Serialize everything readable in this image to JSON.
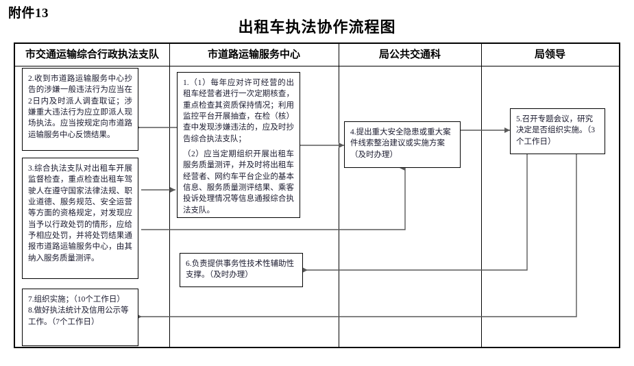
{
  "document": {
    "attachment_label": "附件13",
    "title": "出租车执法协作流程图"
  },
  "lanes": [
    {
      "id": "lane-enforcement-corps",
      "label": "市交通运输综合行政执法支队"
    },
    {
      "id": "lane-road-transport-center",
      "label": "市道路运输服务中心"
    },
    {
      "id": "lane-public-transport-section",
      "label": "局公共交通科"
    },
    {
      "id": "lane-bureau-leadership",
      "label": "局领导"
    }
  ],
  "boxes": {
    "box1": {
      "id": "box-1-annual-review",
      "lane": "市道路运输服务中心",
      "number": "1",
      "paragraphs": [
        "1.（1）每年应对许可经营的出租车经营者进行一次定期核查，重点检查其资质保持情况；利用监控平台开展抽查，在检（核）查中发现涉嫌违法的，应及时抄告综合执法支队；",
        "（2）应当定期组织开展出租车服务质量测评，并及时将出租车经营者、网约车平台企业的基本信息、服务质量测评结果、乘客投诉处理情况等信息通报综合执法支队。"
      ]
    },
    "box2": {
      "id": "box-2-receive-referral",
      "lane": "市交通运输综合行政执法支队",
      "number": "2",
      "paragraphs": [
        "2.收到市道路运输服务中心抄告的涉嫌一般违法行为应当在2日内及时派人调查取证；涉嫌重大违法行为应立即派人现场执法。应当按规定向市道路运输服务中心反馈结果。"
      ]
    },
    "box3": {
      "id": "box-3-supervision-inspection",
      "lane": "市交通运输综合行政执法支队",
      "number": "3",
      "paragraphs": [
        "3.综合执法支队对出租车开展监督检查，重点检查出租车驾驶人在遵守国家法律法规、职业道德、服务规范、安全运营等方面的资格规定，对发现应当予以行政处罚的情形，应给予相应处罚，并将处罚结果通报市道路运输服务中心，由其纳入服务质量测评。"
      ]
    },
    "box4": {
      "id": "box-4-major-risk-proposal",
      "lane": "局公共交通科",
      "number": "4",
      "paragraphs": [
        "4.提出重大安全隐患或重大案件线索整治建议或实施方案（及时办理）"
      ]
    },
    "box5": {
      "id": "box-5-special-meeting",
      "lane": "局领导",
      "number": "5",
      "paragraphs": [
        "5.召开专题会议，研究决定是否组织实施。（3个工作日）"
      ]
    },
    "box6": {
      "id": "box-6-technical-support",
      "lane": "市道路运输服务中心",
      "number": "6",
      "paragraphs": [
        "6.负责提供事务性技术性辅助性支撑。（及时办理）"
      ]
    },
    "box7": {
      "id": "box-7-8-implement-and-stats",
      "lane": "市交通运输综合行政执法支队",
      "number": "7",
      "paragraphs": [
        "7.组织实施；（10个工作日）",
        "8.做好执法统计及信用公示等工作。（7个工作日）"
      ]
    }
  },
  "connectors": [
    {
      "id": "conn-box1-to-box2",
      "from": "box1",
      "to": "box2",
      "direction": "left"
    },
    {
      "id": "conn-box3-to-box1",
      "from": "box3",
      "to": "box1",
      "direction": "right"
    },
    {
      "id": "conn-box1-to-box4",
      "from": "box1",
      "to": "box4",
      "direction": "right"
    },
    {
      "id": "conn-box3-to-box4",
      "from": "box3",
      "to": "box4",
      "direction": "up"
    },
    {
      "id": "conn-box4-to-box5",
      "from": "box4",
      "to": "box5",
      "direction": "right"
    },
    {
      "id": "conn-box5-to-box6",
      "from": "box5",
      "to": "box6",
      "direction": "left"
    },
    {
      "id": "conn-box5-to-box7",
      "from": "box5",
      "to": "box7",
      "direction": "left"
    }
  ],
  "colors": {
    "frame_stroke": "#000000",
    "box_stroke": "#000000",
    "connector_stroke": "#595959",
    "text": "#1a1a2e",
    "background": "#ffffff"
  }
}
